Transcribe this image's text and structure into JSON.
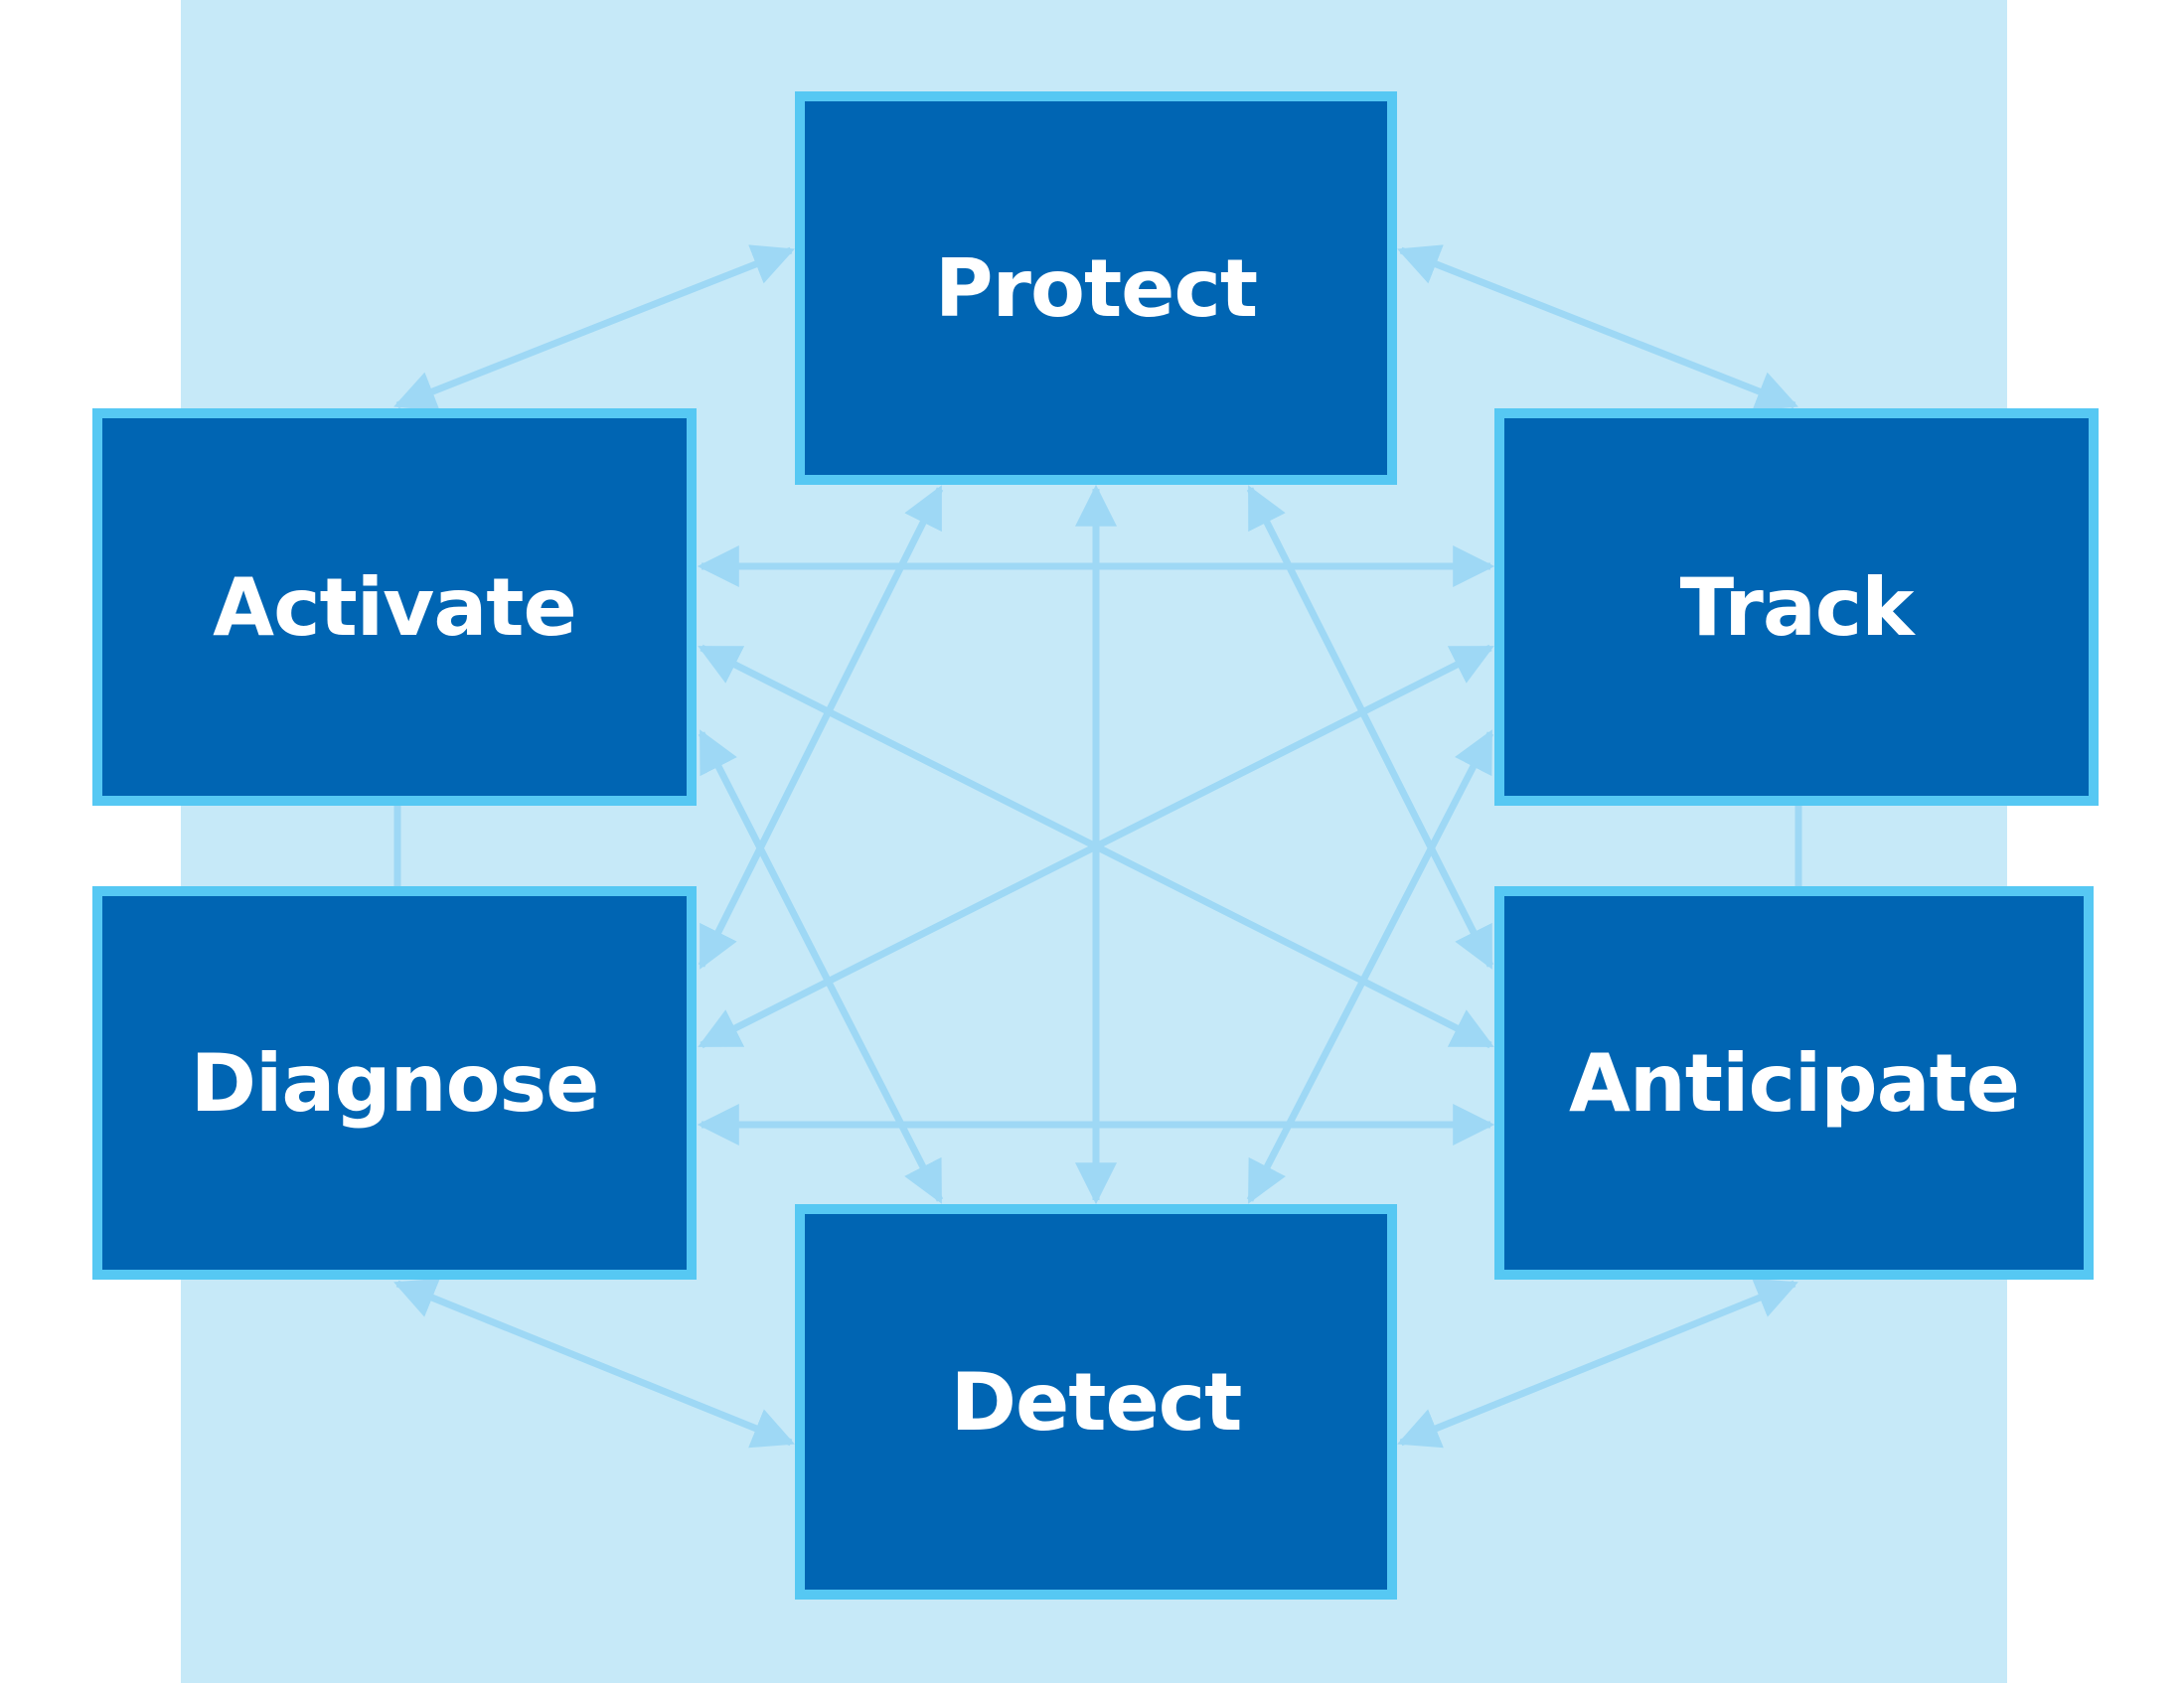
{
  "colors": {
    "panel": "#C6E9F8",
    "node_fill": "#0065B3",
    "node_border": "#56C8F3",
    "connector": "#9ED8F5",
    "label": "#FFFFFF"
  },
  "nodes": [
    {
      "id": "protect",
      "label": "Protect"
    },
    {
      "id": "activate",
      "label": "Activate"
    },
    {
      "id": "track",
      "label": "Track"
    },
    {
      "id": "diagnose",
      "label": "Diagnose"
    },
    {
      "id": "anticipate",
      "label": "Anticipate"
    },
    {
      "id": "detect",
      "label": "Detect"
    }
  ],
  "edges": [
    {
      "from": "protect",
      "to": "activate",
      "direction": "both"
    },
    {
      "from": "protect",
      "to": "track",
      "direction": "both"
    },
    {
      "from": "protect",
      "to": "detect",
      "direction": "both"
    },
    {
      "from": "protect",
      "to": "diagnose",
      "direction": "both"
    },
    {
      "from": "protect",
      "to": "anticipate",
      "direction": "both"
    },
    {
      "from": "activate",
      "to": "track",
      "direction": "both"
    },
    {
      "from": "activate",
      "to": "diagnose",
      "direction": "both"
    },
    {
      "from": "activate",
      "to": "anticipate",
      "direction": "both"
    },
    {
      "from": "activate",
      "to": "detect",
      "direction": "both"
    },
    {
      "from": "track",
      "to": "anticipate",
      "direction": "both"
    },
    {
      "from": "track",
      "to": "diagnose",
      "direction": "both"
    },
    {
      "from": "track",
      "to": "detect",
      "direction": "both"
    },
    {
      "from": "diagnose",
      "to": "anticipate",
      "direction": "both"
    },
    {
      "from": "diagnose",
      "to": "detect",
      "direction": "both"
    },
    {
      "from": "anticipate",
      "to": "detect",
      "direction": "both"
    }
  ]
}
